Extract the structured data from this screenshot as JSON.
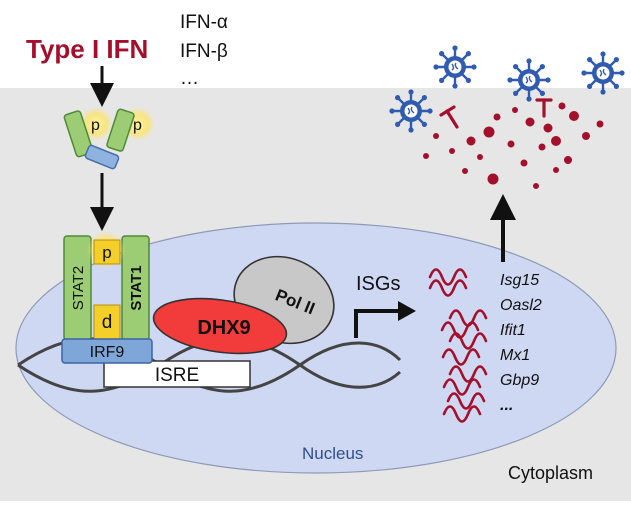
{
  "ligand": {
    "title": "Type I IFN",
    "subtypes": [
      "IFN-α",
      "IFN-β",
      "…"
    ]
  },
  "receptor": {
    "phospho_label": "p"
  },
  "complex": {
    "stat2_label": "STAT2",
    "stat1_label": "STAT1",
    "p_label": "p",
    "d_label": "d",
    "irf9_label": "IRF9",
    "isre_label": "ISRE"
  },
  "dhx9_label": "DHX9",
  "pol2_label": "Pol II",
  "isgs_label": "ISGs",
  "genes": [
    "Isg15",
    "Oasl2",
    "Ifit1",
    "Mx1",
    "Gbp9",
    "..."
  ],
  "compartments": {
    "nucleus": "Nucleus",
    "cytoplasm": "Cytoplasm"
  },
  "colors": {
    "dark_red": "#a4102c",
    "stat_green": "#9ccd74",
    "stat_green_dark": "#4f8a36",
    "phospho_yellow": "#f4cf2a",
    "receptor_blue": "#8fb3e0",
    "irf9_blue": "#7fa6d9",
    "dhx9_red": "#f23c3c",
    "pol2_gray": "#c8c8c8",
    "nucleus_fill": "#cfd8f2",
    "cytoplasm_fill": "#e6e6e6",
    "virus_blue": "#2f5bb0"
  }
}
